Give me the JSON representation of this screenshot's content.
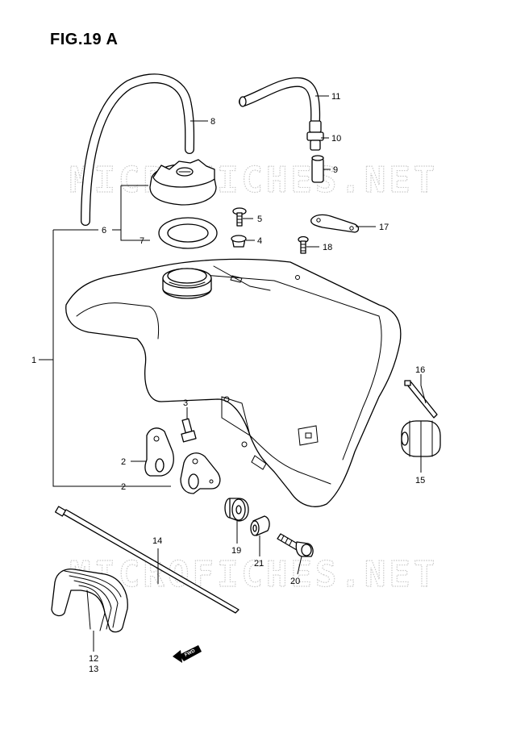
{
  "figure": {
    "title": "FIG.19 A"
  },
  "watermark": "MICROFICHES.NET",
  "fwd_label": "FWD",
  "callouts": [
    "1",
    "2",
    "2",
    "3",
    "4",
    "5",
    "6",
    "7",
    "8",
    "9",
    "10",
    "11",
    "12",
    "13",
    "14",
    "15",
    "16",
    "17",
    "18",
    "19",
    "20",
    "21"
  ]
}
